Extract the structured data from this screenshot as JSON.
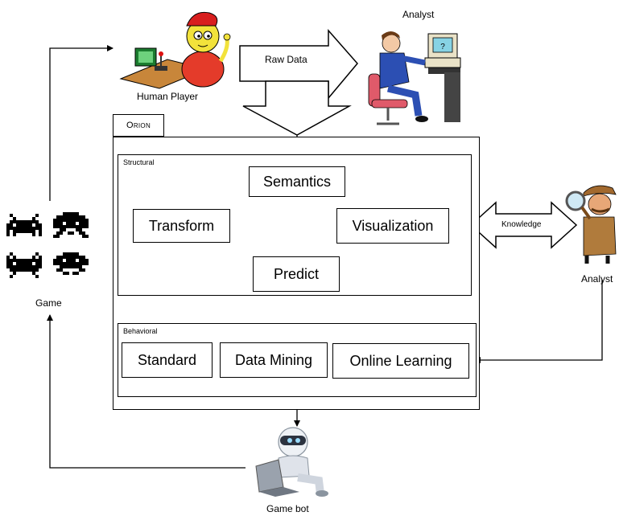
{
  "labels": {
    "human_player": "Human Player",
    "analyst_top": "Analyst",
    "analyst_right": "Analyst",
    "game": "Game",
    "game_bot": "Game bot",
    "raw_data": "Raw Data",
    "knowledge": "Knowledge"
  },
  "orion": {
    "title": "Orion",
    "structural": {
      "title": "Structural",
      "nodes": {
        "semantics": "Semantics",
        "transform": "Transform",
        "visualization": "Visualization",
        "predict": "Predict"
      }
    },
    "behavioral": {
      "title": "Behavioral",
      "nodes": {
        "standard": "Standard",
        "data_mining": "Data Mining",
        "online_learning": "Online Learning"
      }
    }
  }
}
